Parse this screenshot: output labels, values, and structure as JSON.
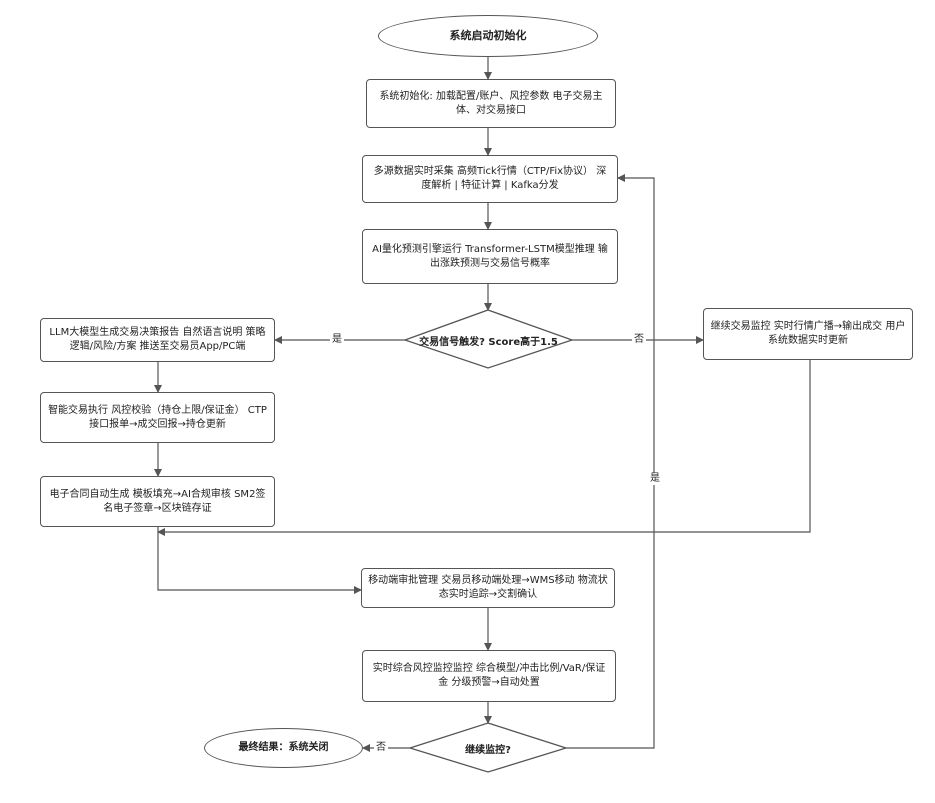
{
  "nodes": {
    "start": "系统启动初始化",
    "init": "系统初始化: 加载配置/账户、风控参数 电子交易主体、对交易接口",
    "collect": "多源数据实时采集 高频Tick行情（CTP/Fix协议） 深度解析 | 特征计算 | Kafka分发",
    "ai": "AI量化预测引擎运行 Transformer-LSTM模型推理 输出涨跌预测与交易信号概率",
    "decision": "交易信号触发? Score高于1.5",
    "llm": "LLM大模型生成交易决策报告 自然语言说明 策略逻辑/风险/方案 推送至交易员App/PC端",
    "monitor": "继续交易监控 实时行情广播→输出成交 用户系统数据实时更新",
    "execute": "智能交易执行 风控校验（持仓上限/保证金） CTP接口报单→成交回报→持仓更新",
    "contract": "电子合同自动生成 模板填充→AI合规审核 SM2签名电子签章→区块链存证",
    "mobile": "移动端审批管理 交易员移动端处理→WMS移动 物流状态实时追踪→交割确认",
    "risk": "实时综合风控监控监控 综合模型/冲击比例/VaR/保证金 分级预警→自动处置",
    "continue": "继续监控?",
    "end": "最终结果：系统关闭"
  },
  "edges": {
    "yes": "是",
    "no": "否"
  }
}
